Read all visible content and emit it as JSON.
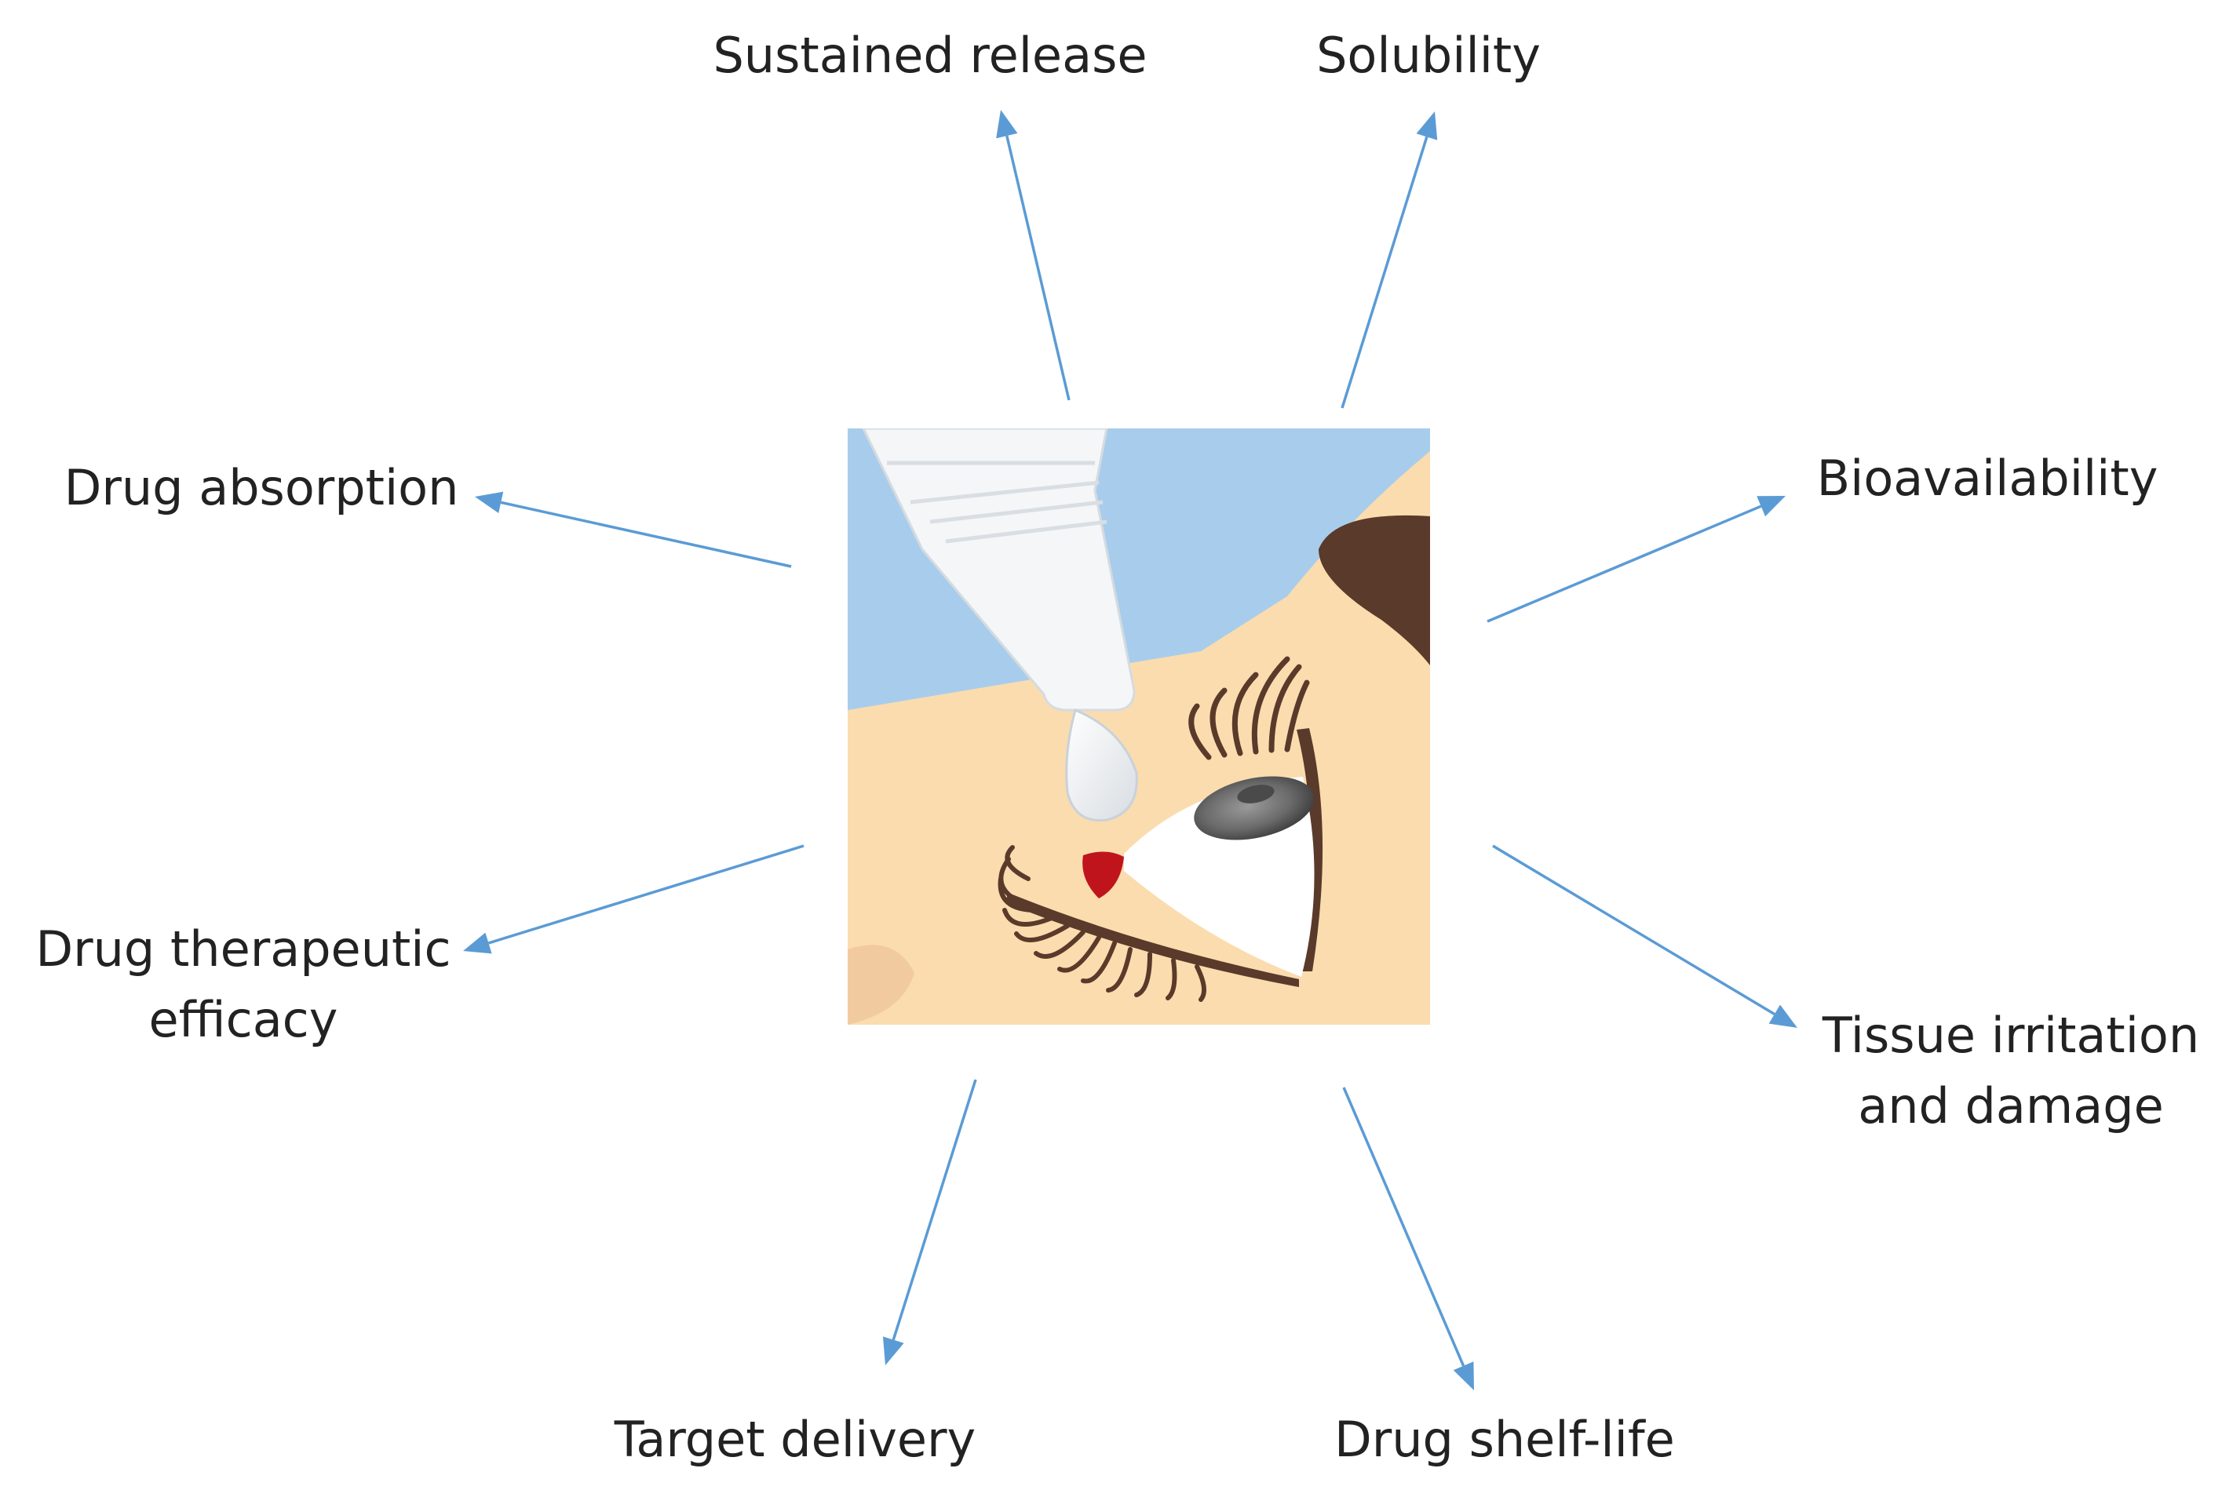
{
  "colors": {
    "arrow": "#5b9bd5",
    "background_sky": "#a8cdec",
    "skin": "#fbdcae",
    "skin_shadow": "#f2caa0",
    "dark_brown": "#5a3a2a",
    "bottle": "#f4f6f8",
    "iris": "#707070",
    "caruncle": "#c0141c"
  },
  "center_image": {
    "icon": "eye-drop-illustration-icon"
  },
  "labels": {
    "sustained_release": [
      "Sustained release"
    ],
    "solubility": [
      "Solubility"
    ],
    "drug_absorption": [
      "Drug absorption"
    ],
    "bioavailability": [
      "Bioavailability"
    ],
    "drug_therapeutic_efficacy": [
      "Drug therapeutic",
      "efficacy"
    ],
    "tissue_irritation": [
      "Tissue irritation",
      "and damage"
    ],
    "target_delivery": [
      "Target delivery"
    ],
    "drug_shelf_life": [
      "Drug shelf-life"
    ]
  }
}
